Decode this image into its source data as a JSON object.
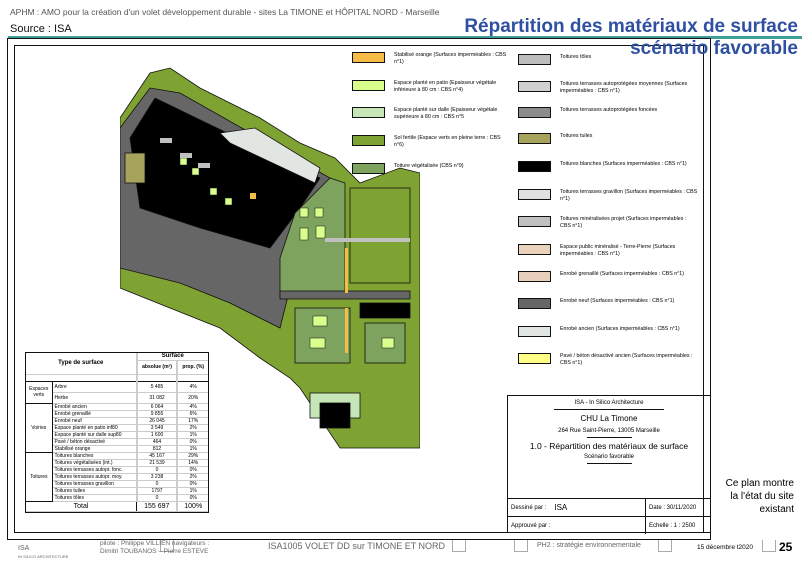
{
  "header": {
    "project": "APHM  : AMO pour la création d'un volet développement durable - sites La TIMONE et HÔPITAL NORD - Marseille",
    "source": "Source : ISA",
    "title_line1": "Répartition des matériaux de surface",
    "title_line2": "scénario favorable"
  },
  "legend_left": [
    {
      "label": "Stabilisé orange (Surfaces imperméables : CBS n°1)",
      "color": "#f6bc45"
    },
    {
      "label": "Espace planté en patio (Epaisseur végétale inférieure à 80 cm : CBS n°4)",
      "color": "#d9ff8c"
    },
    {
      "label": "Espace planté sur dalle (Epaisseur végétale supérieure à 80 cm : CBS n°5",
      "color": "#c6e6b8"
    },
    {
      "label": "Sol fertile (Espace verts en pleine terre : CBS n°6)",
      "color": "#7fa332"
    },
    {
      "label": "Toiture végétalisée (CBS n°9)",
      "color": "#7ea35e"
    }
  ],
  "legend_right": [
    {
      "label": "Toitures tôles",
      "color": "#bdbdbd"
    },
    {
      "label": "Toitures terrasses autoprotégées moyennes (Surfaces imperméables : CBS n°1)",
      "color": "#d0d0d0"
    },
    {
      "label": "Toitures terrasses autoprotégées foncées",
      "color": "#8c8c8c"
    },
    {
      "label": "Toitures tuiles",
      "color": "#a6a35c"
    },
    {
      "label": "Toitures blanches (Surfaces imperméables : CBS n°1)",
      "color": "#000000"
    },
    {
      "label": "Toitures terrasses gravillon (Surfaces imperméables : CBS n°1)",
      "color": "#e0e0e0"
    },
    {
      "label": "Toitures minéralisées projet (Surfaces imperméables : CBS n°1)",
      "color": "#c0c0c0"
    },
    {
      "label": "Espace public minéralisé - Terre-Pierre (Surfaces imperméables : CBS n°1)",
      "color": "#e9d3bd"
    },
    {
      "label": "Enrobé grenaillé (Surfaces imperméables : CBS n°1)",
      "color": "#e6d0bb"
    },
    {
      "label": "Enrobé neuf (Surfaces imperméables : CBS n°1)",
      "color": "#666666"
    },
    {
      "label": "Enrobé ancien (Surfaces imperméables : CBS n°1)",
      "color": "#e2e6e2"
    },
    {
      "label": "Pavé / béton désactivé ancien (Surfaces imperméables : CBS n°1)",
      "color": "#ffff88"
    }
  ],
  "table": {
    "col_type": "Type de surface",
    "col_surface": "Surface",
    "col_abs": "absolue (m²)",
    "col_prop": "prop. (%)",
    "groups": [
      {
        "name": "Espaces verts",
        "rows": [
          [
            "Arbre",
            "5 485",
            "4%"
          ],
          [
            "Herbe",
            "31 082",
            "20%"
          ]
        ]
      },
      {
        "name": "Voiries",
        "rows": [
          [
            "Enrobé ancien",
            "6 064",
            "4%"
          ],
          [
            "Enrobé grenaillé",
            "9 855",
            "6%"
          ],
          [
            "Enrobé neuf",
            "26 045",
            "17%"
          ],
          [
            "Espace planté en patio inf80",
            "3 549",
            "2%"
          ],
          [
            "Espace planté sur dalle sup80",
            "1 600",
            "1%"
          ],
          [
            "Pavé / béton désactivé",
            "464",
            "0%"
          ],
          [
            "Stabilisé orange",
            "812",
            "1%"
          ]
        ]
      },
      {
        "name": "Toitures",
        "rows": [
          [
            "Toitures blanches",
            "45 167",
            "29%"
          ],
          [
            "Toitures végétalisées (int.)",
            "21 539",
            "14%"
          ],
          [
            "Toitures terrasses autopr. fonc.",
            "0",
            "0%"
          ],
          [
            "Toitures terrasses autopr. moy.",
            "3 238",
            "2%"
          ],
          [
            "Toitures terrasses gravillon",
            "0",
            "0%"
          ],
          [
            "Toitures tuiles",
            "1797",
            "1%"
          ],
          [
            "Toitures tôles",
            "0",
            "0%"
          ]
        ]
      }
    ],
    "total_label": "Total",
    "total_abs": "155 697",
    "total_prop": "100%"
  },
  "titleblock": {
    "firm": "ISA - In Silico Architecture",
    "site": "CHU La Timone",
    "address": "264 Rue Saint-Pierre, 13005 Marseille",
    "drawing": "1.0 - Répartition des matériaux de surface",
    "scenario": "Scénario favorable",
    "drawn_by_label": "Dessiné par :",
    "drawn_by": "ISA",
    "date": "Date : 30/11/2020",
    "approved_label": "Approuvé par :",
    "scale": "Echelle : 1 : 2500"
  },
  "side_note": "Ce plan montre la l'état du site existant",
  "footer": {
    "logo": "ISA",
    "logo_sub": "IN SILICO ARCHITECTURE",
    "pilots": "pilote : Philippe VILLIEN navigateurs : Dimitri TOUBANOS – Pierre ESTEVE",
    "project": "ISA1005  VOLET DD sur TIMONE ET NORD",
    "phase": "PH2 : stratégie environnementale",
    "date": "15 décembre t2020",
    "page": "25"
  }
}
